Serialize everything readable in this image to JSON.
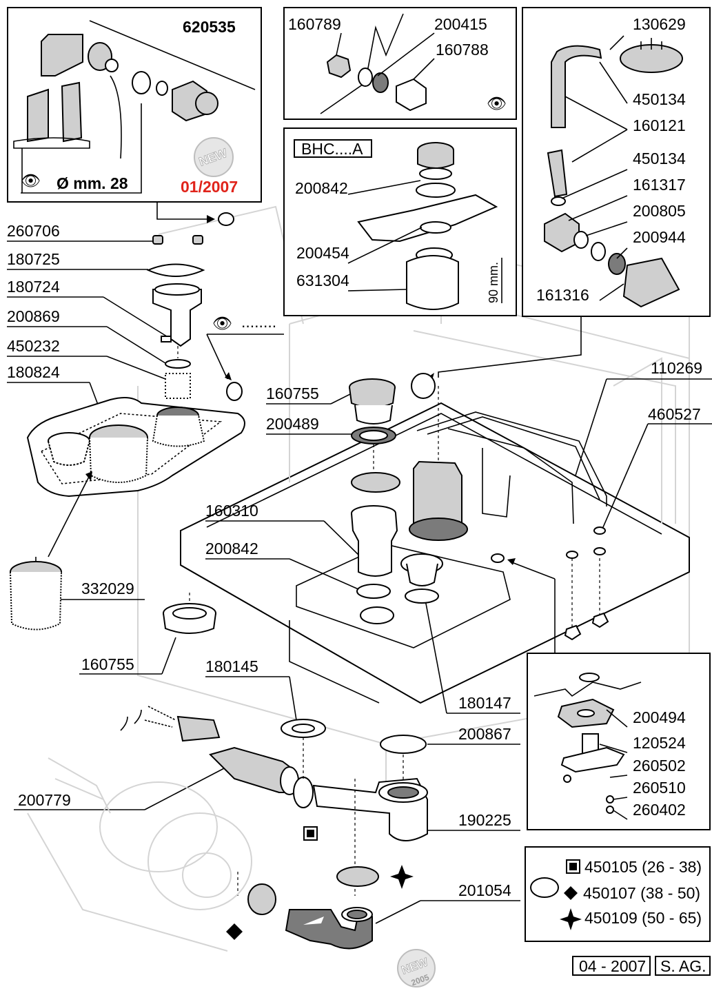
{
  "inset_main": {
    "code": "620535",
    "diameter": "Ø mm. 28",
    "date": "01/2007",
    "new_badge": "NEW"
  },
  "inset_drain": {
    "parts": [
      "160789",
      "200415",
      "160788"
    ]
  },
  "inset_bhc": {
    "title": "BHC....A",
    "parts": [
      "200842",
      "200454",
      "631304"
    ],
    "dimension": "90 mm."
  },
  "inset_pressure": {
    "parts": [
      "130629",
      "450134",
      "160121",
      "450134",
      "161317",
      "200805",
      "200944",
      "161316"
    ]
  },
  "main_labels": {
    "left": [
      "260706",
      "180725",
      "180724",
      "200869",
      "450232",
      "180824",
      "332029",
      "160755"
    ],
    "center": [
      "160755",
      "200489",
      "160310",
      "200842",
      "180145",
      "200779",
      "180147",
      "200867",
      "190225",
      "201054"
    ],
    "right": [
      "110269",
      "460527"
    ],
    "dots": "........"
  },
  "inset_heater": {
    "parts": [
      "200494",
      "120524",
      "260502",
      "260510",
      "260402"
    ]
  },
  "clamp_legend": [
    {
      "symbol": "square",
      "text": "450105 (26 - 38)"
    },
    {
      "symbol": "diamond",
      "text": "450107 (38 - 50)"
    },
    {
      "symbol": "star",
      "text": "450109 (50 - 65)"
    }
  ],
  "footer": {
    "date": "04 - 2007",
    "maker": "S. AG.",
    "new_badge_text": "NEW",
    "new_badge_year": "2005"
  },
  "colors": {
    "accent_red": "#e0241b",
    "gray_fill": "#7b7b7b"
  }
}
